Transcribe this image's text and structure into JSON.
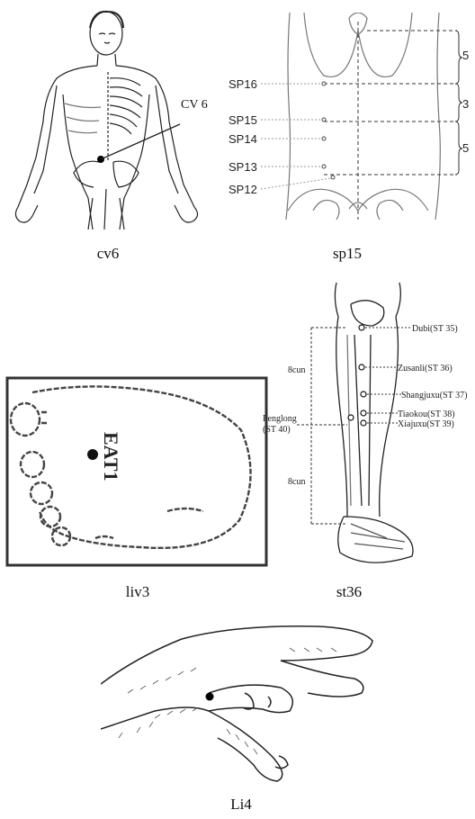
{
  "figures": [
    {
      "id": "cv6",
      "caption": "cv6",
      "labels": {
        "point": "CV 6"
      }
    },
    {
      "id": "sp15",
      "caption": "sp15",
      "labels": {
        "sp16": "SP16",
        "sp15": "SP15",
        "sp14": "SP14",
        "sp13": "SP13",
        "sp12": "SP12",
        "m1": "5",
        "m2": "3",
        "m3": "5"
      }
    },
    {
      "id": "liv3",
      "caption": "liv3",
      "labels": {
        "foot_text": "EAT1"
      }
    },
    {
      "id": "st36",
      "caption": "st36",
      "labels": {
        "dubi": "Dubi(ST 35)",
        "zusanli": "Zusanli(ST 36)",
        "shangjuxu": "Shangjuxu(ST 37)",
        "tiaokou": "Tiaokou(ST 38)",
        "xiajuxu": "Xiajuxu(ST 39)",
        "fenglong_1": "Fenglong",
        "fenglong_2": "(ST 40)",
        "cun_upper": "8cun",
        "cun_lower": "8cun"
      }
    },
    {
      "id": "li4",
      "caption": "Li4"
    }
  ],
  "colors": {
    "ink": "#222222",
    "point": "#000000",
    "grey": "#777777",
    "frame": "#333333"
  }
}
